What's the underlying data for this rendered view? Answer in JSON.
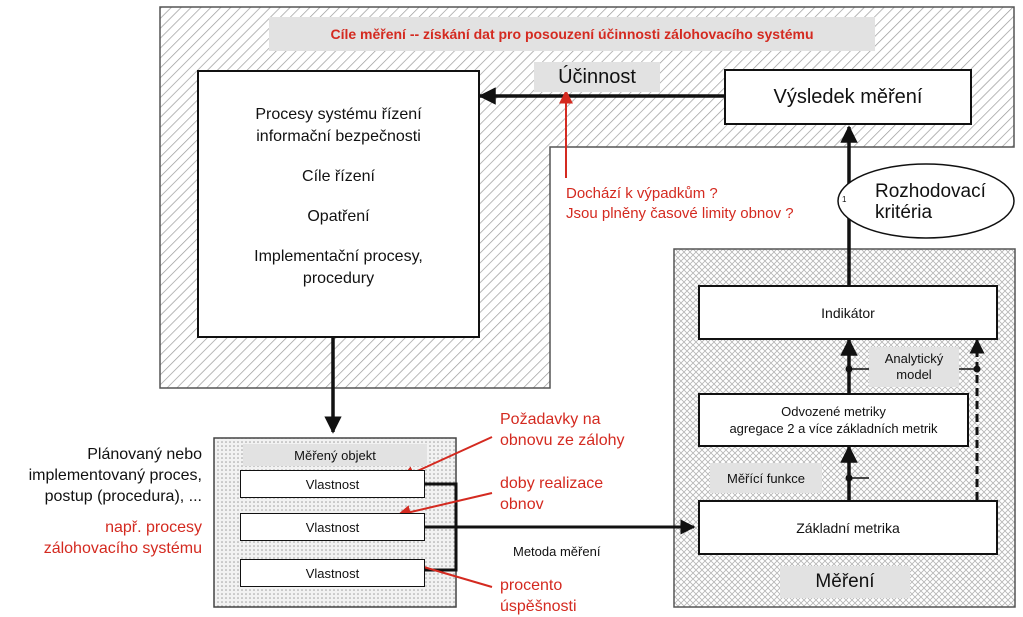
{
  "goals": {
    "title": "Cíle měření -- získání dat pro posouzení účinnosti zálohovacího systému"
  },
  "effectiveness_label": "Účinnost",
  "result_box": "Výsledek měření",
  "isms_box": {
    "line1": "Procesy systému řízení",
    "line2": "informační bezpečnosti",
    "item_control_goals": "Cíle řízení",
    "item_measures": "Opatření",
    "item_impl_1": "Implementační procesy,",
    "item_impl_2": "procedury"
  },
  "questions": {
    "q1": "Dochází k výpadkům ?",
    "q2": "Jsou plněny časové limity obnov ?"
  },
  "decision": {
    "line1": "Rozhodovací",
    "line2": "kritéria",
    "marker": "1"
  },
  "measurement": {
    "indicator": "Indikátor",
    "analytic_1": "Analytický",
    "analytic_2": "model",
    "derived_1": "Odvozené metriky",
    "derived_2": "agregace 2 a více základních metrik",
    "measuring_function": "Měřící funkce",
    "base_metric": "Základní metrika",
    "label": "Měření"
  },
  "object": {
    "label": "Měřený objekt",
    "properties": [
      "Vlastnost",
      "Vlastnost",
      "Vlastnost"
    ]
  },
  "left_text": {
    "l1": "Plánovaný nebo",
    "l2": "implementovaný proces,",
    "l3": "postup (procedura), ...",
    "red1": "např. procesy",
    "red2": "zálohovacího systému"
  },
  "annotations": {
    "req_1": "Požadavky na",
    "req_2": "obnovu ze zálohy",
    "time_1": "doby realizace",
    "time_2": "obnov",
    "pct_1": "procento",
    "pct_2": "úspěšnosti"
  },
  "method_label": "Metoda měření",
  "colors": {
    "accent_red": "#d42a20",
    "label_grey": "#e2e2e2",
    "line": "#111111"
  }
}
